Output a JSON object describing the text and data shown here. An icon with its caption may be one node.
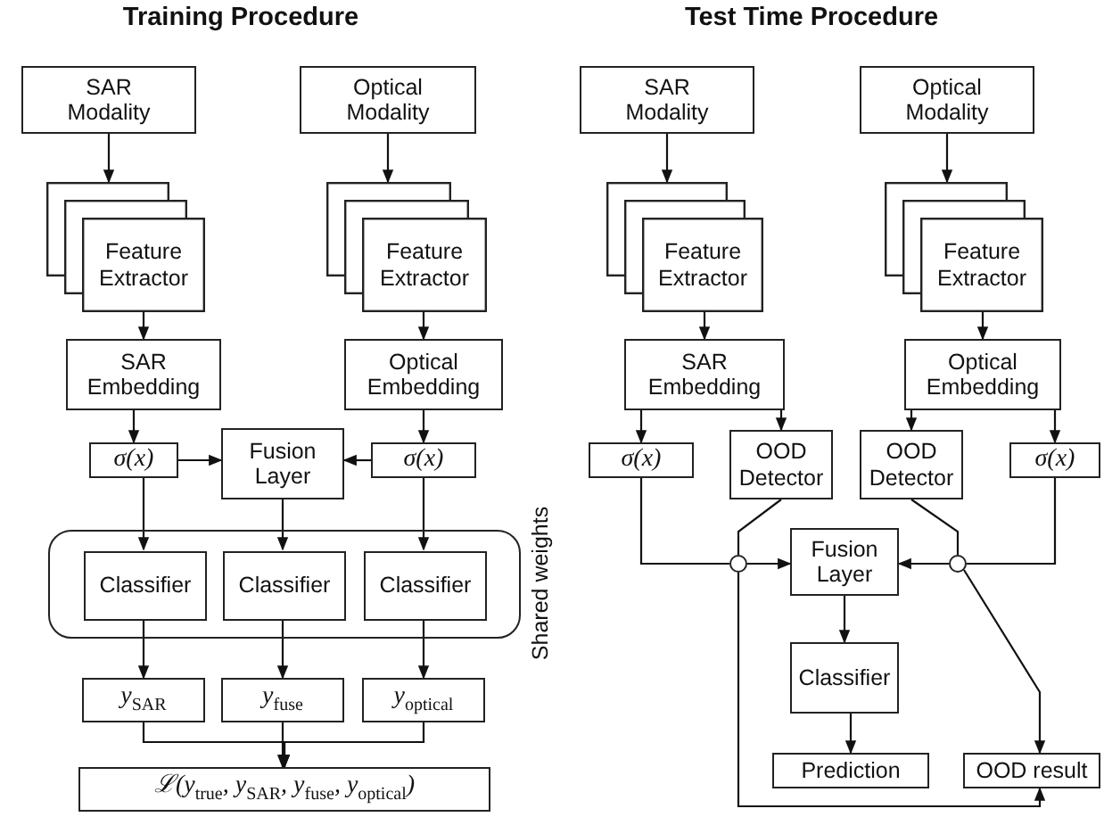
{
  "diagram": {
    "nodes": [
      {
        "text": [
          "SAR Modality"
        ]
      },
      {
        "text": [
          "Optical Modality"
        ]
      },
      {
        "text": [
          "Feature Extractor"
        ]
      },
      {
        "text": [
          "Feature Extractor"
        ]
      },
      {
        "text": [
          "SAR Embedding"
        ]
      },
      {
        "text": [
          "Optical Embedding"
        ]
      },
      {
        "text": [
          "σ(x)"
        ]
      },
      {
        "text": [
          "Fusion Layer"
        ]
      },
      {
        "text": [
          "σ(x)"
        ]
      },
      {
        "text": [],
        "shape": "box",
        "beside": [
          "Shared weights"
        ]
      },
      {
        "text": [
          "Classifier"
        ],
        "in": 9
      },
      {
        "text": [
          "Classifier"
        ],
        "in": 9
      },
      {
        "text": [
          "Classifier"
        ],
        "in": 9
      },
      {
        "text": [
          "y$_{SAR}$"
        ]
      },
      {
        "text": [
          "y$_{fuse}$"
        ]
      },
      {
        "text": [
          "y$_{optical}$"
        ]
      },
      {
        "text": [
          "ℒ(y$_{true}$, y$_{SAR}$, y$_{fuse}$, y$_{optical}$)"
        ]
      },
      {
        "text": [
          "SAR Modality"
        ]
      },
      {
        "text": [
          "Optical Modality"
        ]
      },
      {
        "text": [
          "Feature Extractor"
        ]
      },
      {
        "text": [
          "Feature Extractor"
        ]
      },
      {
        "text": [
          "SAR Embedding"
        ]
      },
      {
        "text": [
          "Optical Embedding"
        ]
      },
      {
        "text": [
          "σ(x)"
        ]
      },
      {
        "text": [
          "OOD Detector"
        ]
      },
      {
        "text": [
          "OOD Detector"
        ]
      },
      {
        "text": [
          "σ(x)"
        ]
      },
      {
        "text": [],
        "shape": "circle"
      },
      {
        "text": [],
        "shape": "circle"
      },
      {
        "text": [
          "Fusion Layer"
        ]
      },
      {
        "text": [
          "Classifier"
        ]
      },
      {
        "text": [
          "Prediction"
        ]
      },
      {
        "text": [
          "OOD result"
        ]
      }
    ],
    "edges": [
      {
        "from": 0,
        "to": 2,
        "arrow": "to"
      },
      {
        "from": 1,
        "to": 3,
        "arrow": "to"
      },
      {
        "from": 2,
        "to": 4,
        "arrow": "to"
      },
      {
        "from": 3,
        "to": 5,
        "arrow": "to"
      },
      {
        "from": 4,
        "to": 6,
        "arrow": "to"
      },
      {
        "from": 5,
        "to": 8,
        "arrow": "to"
      },
      {
        "from": 6,
        "to": 7,
        "arrow": "to"
      },
      {
        "from": 8,
        "to": 7,
        "arrow": "to"
      },
      {
        "from": 6,
        "to": 10,
        "arrow": "to"
      },
      {
        "from": 7,
        "to": 11,
        "arrow": "to"
      },
      {
        "from": 8,
        "to": 12,
        "arrow": "to"
      },
      {
        "from": 10,
        "to": 13,
        "arrow": "to"
      },
      {
        "from": 11,
        "to": 14,
        "arrow": "to"
      },
      {
        "from": 12,
        "to": 15,
        "arrow": "to"
      },
      {
        "from": 13,
        "to": 16,
        "arrow": "to"
      },
      {
        "from": 14,
        "to": 16,
        "arrow": "to"
      },
      {
        "from": 15,
        "to": 16,
        "arrow": "to"
      },
      {
        "from": 17,
        "to": 19,
        "arrow": "to"
      },
      {
        "from": 18,
        "to": 20,
        "arrow": "to"
      },
      {
        "from": 19,
        "to": 21,
        "arrow": "to"
      },
      {
        "from": 20,
        "to": 22,
        "arrow": "to"
      },
      {
        "from": 21,
        "to": 23,
        "arrow": "to"
      },
      {
        "from": 21,
        "to": 24,
        "arrow": "to"
      },
      {
        "from": 22,
        "to": 25,
        "arrow": "to"
      },
      {
        "from": 22,
        "to": 26,
        "arrow": "to"
      },
      {
        "from": 23,
        "to": 27,
        "arrow": "none"
      },
      {
        "from": 24,
        "to": 27,
        "arrow": "none"
      },
      {
        "from": 27,
        "to": 29,
        "arrow": "to"
      },
      {
        "from": 26,
        "to": 28,
        "arrow": "none"
      },
      {
        "from": 25,
        "to": 28,
        "arrow": "none"
      },
      {
        "from": 28,
        "to": 29,
        "arrow": "to"
      },
      {
        "from": 29,
        "to": 30,
        "arrow": "to"
      },
      {
        "from": 30,
        "to": 31,
        "arrow": "to"
      },
      {
        "from": 27,
        "to": 32,
        "arrow": "to"
      },
      {
        "from": 28,
        "to": 32,
        "arrow": "to"
      }
    ],
    "labels": [
      "Training Procedure",
      "Test Time Procedure"
    ]
  }
}
